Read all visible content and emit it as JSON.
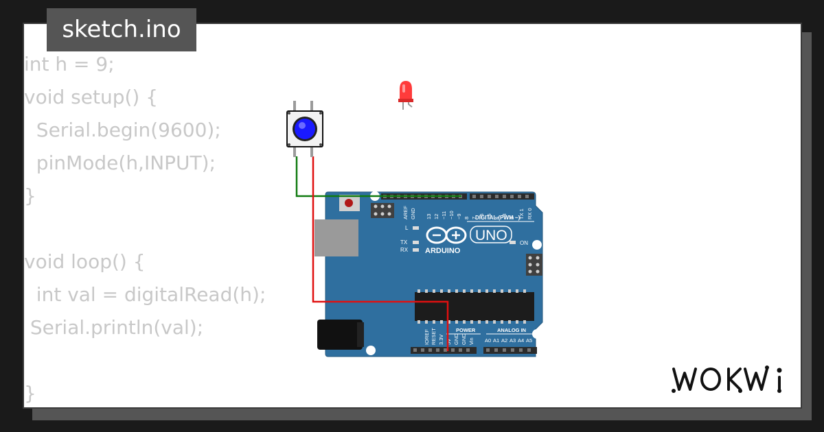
{
  "file": {
    "name": "sketch.ino"
  },
  "code": {
    "lines": [
      "int h = 9;",
      "void setup() {",
      "  Serial.begin(9600);",
      "  pinMode(h,INPUT);",
      "}",
      "",
      "void loop() {",
      "  int val = digitalRead(h);",
      " Serial.println(val);",
      "",
      "}"
    ]
  },
  "board": {
    "name": "UNO",
    "brand": "ARDUINO",
    "digital_label": "DIGITAL (PWM ~)",
    "power_label": "POWER",
    "analog_label": "ANALOG IN",
    "on_label": "ON",
    "led_l": "L",
    "led_tx": "TX",
    "led_rx": "RX",
    "digital_pins": [
      "AREF",
      "GND",
      "13",
      "12",
      "~11",
      "~10",
      "~9",
      "8",
      "7",
      "~6",
      "~5",
      "4",
      "~3",
      "2",
      "TX 1",
      "RX 0"
    ],
    "power_pins": [
      "IOREF",
      "RESET",
      "3.3V",
      "5V",
      "GND",
      "GND",
      "Vin"
    ],
    "analog_pins": [
      "A0",
      "A1",
      "A2",
      "A3",
      "A4",
      "A5"
    ]
  },
  "components": {
    "button_color": "#1a1aff",
    "led_color": "#ff3b3b",
    "wire_green": "#107a10",
    "wire_red": "#e01010",
    "board_color": "#2f6f9f"
  },
  "brand": {
    "logo": "WOKWi"
  }
}
